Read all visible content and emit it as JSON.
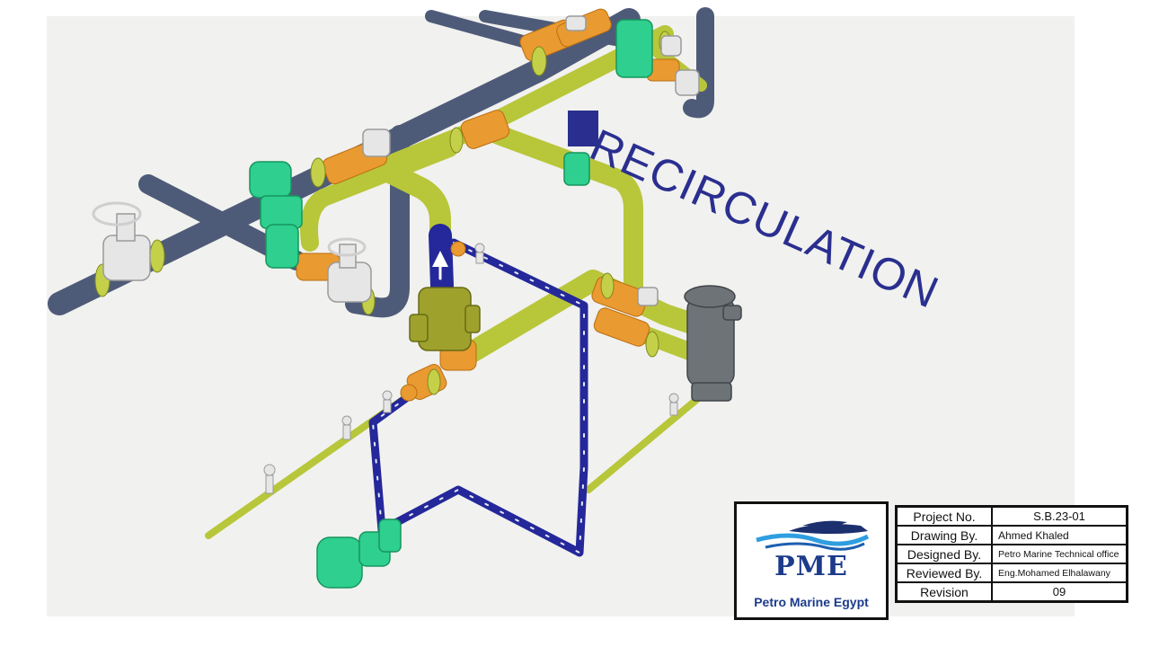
{
  "legend": {
    "label": "RECIRCULATION",
    "color": "#2a2f8f"
  },
  "colors": {
    "recirculation_line": "#24289a",
    "yellow_green_line": "#b8c63a",
    "grey_line": "#4e5b78",
    "fittings": "#e99a30",
    "pump_motor": "#2ecf8f",
    "valve_body": "#e6e6e6",
    "strainer": "#6d7377",
    "gear_pump": "#9ea12c"
  },
  "company": {
    "abbr": "PME",
    "name": "Petro Marine Egypt"
  },
  "title_block": {
    "rows": [
      {
        "label": "Project No.",
        "value": "S.B.23-01"
      },
      {
        "label": "Drawing By.",
        "value": "Ahmed Khaled"
      },
      {
        "label": "Designed By.",
        "value": "Petro Marine Technical office"
      },
      {
        "label": "Reviewed By.",
        "value": "Eng.Mohamed Elhalawany"
      },
      {
        "label": "Revision",
        "value": "09"
      }
    ]
  }
}
